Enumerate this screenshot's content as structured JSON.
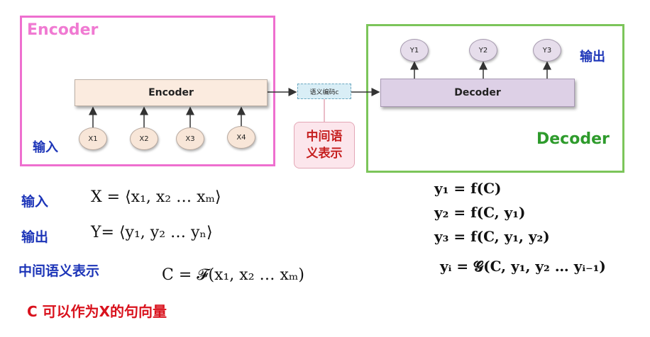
{
  "encoder": {
    "frame_title": "Encoder",
    "bar_label": "Encoder",
    "input_label": "输入",
    "nodes": [
      "X1",
      "X2",
      "X3",
      "X4"
    ]
  },
  "decoder": {
    "frame_title": "Decoder",
    "bar_label": "Decoder",
    "output_label": "输出",
    "nodes": [
      "Y1",
      "Y2",
      "Y3"
    ]
  },
  "context": {
    "box_label": "语义编码c",
    "callout_line1": "中间语",
    "callout_line2": "义表示"
  },
  "formulas_left": [
    {
      "label": "输入",
      "expr": "X = ⟨x₁, x₂ … xₘ⟩"
    },
    {
      "label": "输出",
      "expr": "Y= ⟨y₁, y₂ … yₙ⟩"
    },
    {
      "label": "中间语义表示",
      "expr": "C = 𝓕(x₁, x₂ … xₘ)"
    }
  ],
  "formulas_right": [
    "y₁ = f(C)",
    "y₂ = f(C, y₁)",
    "y₃ = f(C, y₁, y₂)",
    "yᵢ = 𝓖(C, y₁, y₂ … yᵢ₋₁)"
  ],
  "note": "C 可以作为X的句向量",
  "colors": {
    "encoder_frame": "#ee6fcf",
    "decoder_frame": "#7cc55a",
    "label_blue": "#1d35b8",
    "note_red": "#d9121d"
  }
}
